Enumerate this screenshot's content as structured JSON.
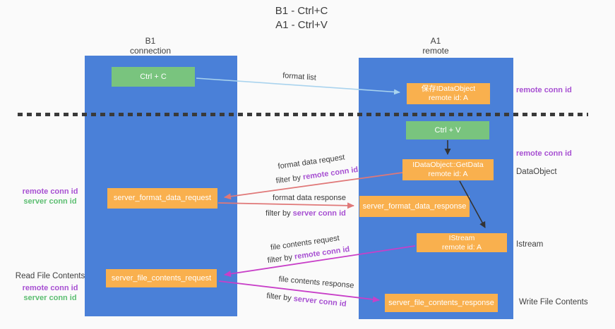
{
  "title": {
    "line1": "B1 - Ctrl+C",
    "line2": "A1 - Ctrl+V"
  },
  "lanes": {
    "left": {
      "title": "B1",
      "subtitle": "connection"
    },
    "right": {
      "title": "A1",
      "subtitle": "remote"
    }
  },
  "nodes": {
    "ctrl_c": {
      "label": "Ctrl + C"
    },
    "ctrl_v": {
      "label": "Ctrl + V"
    },
    "save_idataobject": {
      "line1": "保存IDataObject",
      "line2": "remote id: A"
    },
    "idataobject_getdata": {
      "line1": "IDataObject::GetData",
      "line2": "remote id: A"
    },
    "istream": {
      "line1": "IStream",
      "line2": "remote id: A"
    },
    "server_format_data_request": {
      "label": "server_format_data_request"
    },
    "server_format_data_response": {
      "label": "server_format_data_response"
    },
    "server_file_contents_request": {
      "label": "server_file_contents_request"
    },
    "server_file_contents_response": {
      "label": "server_file_contents_response"
    }
  },
  "edges": {
    "format_list": {
      "label": "format list"
    },
    "format_data_request": {
      "label": "format data request"
    },
    "format_data_response": {
      "label": "format data response"
    },
    "file_contents_request": {
      "label": "file contents request"
    },
    "file_contents_response": {
      "label": "file contents response"
    },
    "filter_prefix": "filter by ",
    "remote_conn_id": "remote conn id",
    "server_conn_id": "server conn id"
  },
  "annotations": {
    "right_top_remote_conn_id": "remote conn id",
    "right_mid_remote_conn_id": "remote conn id",
    "dataobject": "DataObject",
    "istream": "Istream",
    "write_file_contents": "Write File Contents",
    "read_file_contents": "Read File Contents",
    "left_mid": {
      "remote": "remote conn id",
      "server": "server conn id"
    },
    "left_bottom": {
      "remote": "remote conn id",
      "server": "server conn id"
    }
  },
  "colors": {
    "lane_blue": "#4a80d8",
    "node_orange": "#f9b04e",
    "node_green": "#79c47e",
    "arrow_light_blue": "#a9d3ee",
    "arrow_salmon": "#e07878",
    "arrow_magenta": "#c83fc8",
    "arrow_black": "#333333",
    "text_purple": "#a750d2",
    "text_green": "#5cbe71",
    "text_dark": "#3f3f3f",
    "background": "#fafafa"
  }
}
